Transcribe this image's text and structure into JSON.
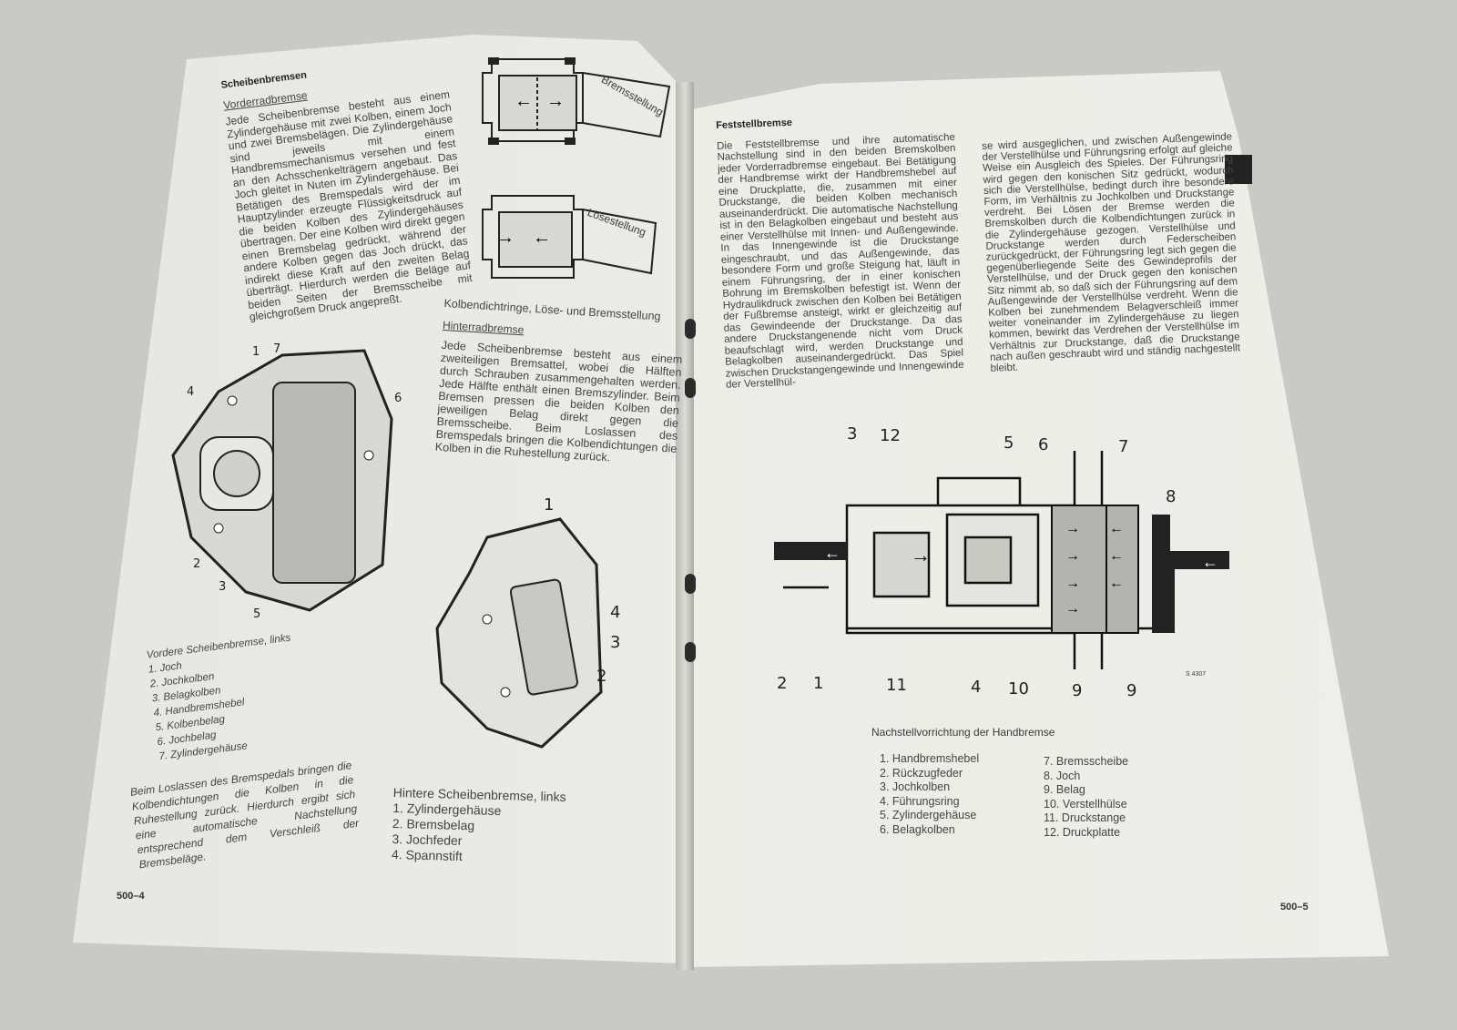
{
  "left_page": {
    "section_title": "Scheibenbremsen",
    "front": {
      "heading": "Vorderradbremse",
      "body": "Jede Scheibenbremse besteht aus einem Zylindergehäuse mit zwei Kolben, einem Joch und zwei Bremsbelägen. Die Zylindergehäuse sind jeweils mit einem Handbremsmechanismus versehen und fest an den Achsschenkelträgern angebaut. Das Joch gleitet in Nuten im Zylindergehäuse. Bei Betätigen des Bremspedals wird der im Hauptzylinder erzeugte Flüssigkeitsdruck auf die beiden Kolben des Zylindergehäuses übertragen. Der eine Kolben wird direkt gegen einen Bremsbelag gedrückt, während der andere Kolben gegen das Joch drückt, das indirekt diese Kraft auf den zweiten Belag überträgt. Hierdurch werden die Beläge auf beiden Seiten der Bremsscheibe mit gleichgroßem Druck angepreßt."
    },
    "front_figure": {
      "callouts": [
        "1",
        "7",
        "4",
        "6",
        "2",
        "3",
        "5"
      ],
      "caption": "Vordere Scheibenbremse, links",
      "legend": [
        "1. Joch",
        "2. Jochkolben",
        "3. Belagkolben",
        "4. Handbremshebel",
        "5. Kolbenbelag",
        "6. Jochbelag",
        "7. Zylindergehäuse"
      ]
    },
    "note": "Beim Loslassen des Bremspedals bringen die Kolbendichtungen die Kolben in die Ruhestellung zurück. Hierdurch ergibt sich eine automatische Nachstellung entsprechend dem Verschleiß der Bremsbeläge.",
    "seal_figure": {
      "label_top": "Bremsstellung",
      "label_bottom": "Lösestellung",
      "caption": "Kolbendichtringe, Löse- und Bremsstellung"
    },
    "rear": {
      "heading": "Hinterradbremse",
      "body": "Jede Scheibenbremse besteht aus einem zweiteiligen Bremsattel, wobei die Hälften durch Schrauben zusammengehalten werden. Jede Hälfte enthält einen Bremszylinder. Beim Bremsen pressen die beiden Kolben den jeweiligen Belag direkt gegen die Bremsscheibe. Beim Loslassen des Bremspedals bringen die Kolbendichtungen die Kolben in die Ruhestellung zurück."
    },
    "rear_figure": {
      "callouts": [
        "1",
        "4",
        "3",
        "2"
      ],
      "caption": "Hintere Scheibenbremse, links",
      "legend": [
        "1. Zylindergehäuse",
        "2. Bremsbelag",
        "3. Jochfeder",
        "4. Spannstift"
      ]
    },
    "page_number": "500–4"
  },
  "right_page": {
    "heading": "Feststellbremse",
    "col1": "Die Feststellbremse und ihre automatische Nachstellung sind in den beiden Bremskolben jeder Vorderradbremse eingebaut. Bei Betätigung der Handbremse wirkt der Handbremshebel auf eine Druckplatte, die, zusammen mit einer Druckstange, die beiden Kolben mechanisch auseinanderdrückt. Die automatische Nachstellung ist in den Belagkolben eingebaut und besteht aus einer Verstellhülse mit Innen- und Außengewinde. In das Innengewinde ist die Druckstange eingeschraubt, und das Außengewinde, das besondere Form und große Steigung hat, läuft in einem Führungsring, der in einer konischen Bohrung im Bremskolben befestigt ist. Wenn der Hydraulikdruck zwischen den Kolben bei Betätigen der Fußbremse ansteigt, wirkt er gleichzeitig auf das Gewindeende der Druckstange. Da das andere Druckstangenende nicht vom Druck beaufschlagt wird, werden Druckstange und Belagkolben auseinandergedrückt. Das Spiel zwischen Druckstangengewinde und Innengewinde der Verstellhül-",
    "col2": "se wird ausgeglichen, und zwischen Außengewinde der Verstellhülse und Führungsring erfolgt auf gleiche Weise ein Ausgleich des Spieles. Der Führungsring wird gegen den konischen Sitz gedrückt, wodurch sich die Verstellhülse, bedingt durch ihre besondere Form, im Verhältnis zu Jochkolben und Druckstange verdreht. Bei Lösen der Bremse werden die Bremskolben durch die Kolbendichtungen zurück in die Zylindergehäuse gezogen. Verstellhülse und Druckstange werden durch Federscheiben zurückgedrückt, der Führungsring legt sich gegen die gegenüberliegende Seite des Gewindeprofils der Verstellhülse, und der Druck gegen den konischen Sitz nimmt ab, so daß sich der Führungsring auf dem Außengewinde der Verstellhülse verdreht. Wenn die Kolben bei zunehmendem Belagverschleiß immer weiter voneinander im Zylindergehäuse zu liegen kommen, bewirkt das Verdrehen der Verstellhülse im Verhältnis zur Druckstange, daß die Druckstange nach außen geschraubt wird und ständig nachgestellt bleibt.",
    "figure": {
      "callouts_top": [
        "3",
        "12",
        "5",
        "6",
        "7",
        "8"
      ],
      "callouts_bottom": [
        "2",
        "1",
        "11",
        "4",
        "10",
        "9",
        "9"
      ],
      "ref": "S 4307",
      "caption": "Nachstellvorrichtung der Handbremse",
      "legend_left": [
        "1. Handbremshebel",
        "2. Rückzugfeder",
        "3. Jochkolben",
        "4. Führungsring",
        "5. Zylindergehäuse",
        "6. Belagkolben"
      ],
      "legend_right": [
        "7. Bremsscheibe",
        "8. Joch",
        "9. Belag",
        "10. Verstellhülse",
        "11. Druckstange",
        "12. Druckplatte"
      ]
    },
    "page_number": "500–5"
  }
}
